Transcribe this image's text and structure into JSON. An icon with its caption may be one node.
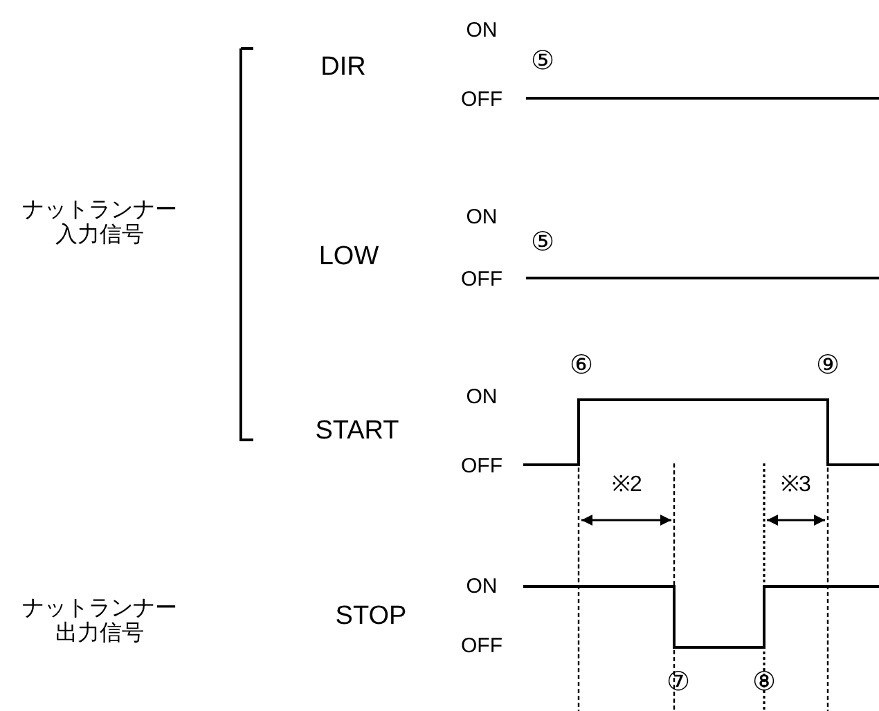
{
  "diagram": {
    "labels": [
      "ON",
      "DIR",
      "⑤",
      "OFF",
      "ナットランナー入力信号",
      "ON",
      "LOW",
      "⑤",
      "OFF",
      "⑥",
      "⑨",
      "ON",
      "START",
      "OFF",
      "※2",
      "※3",
      "ナットランナー出力信号",
      "ON",
      "STOP",
      "OFF",
      "⑦",
      "⑧"
    ]
  }
}
